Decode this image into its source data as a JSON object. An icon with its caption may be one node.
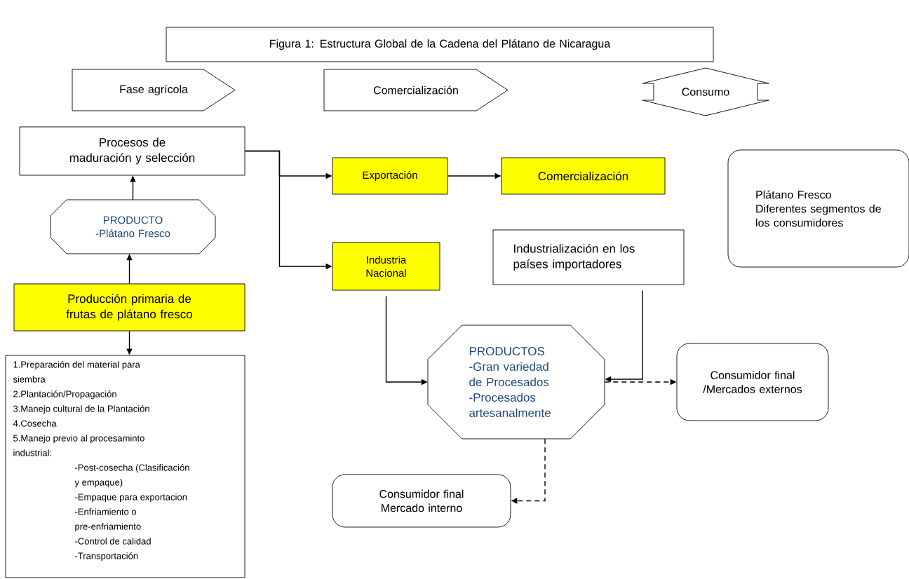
{
  "diagram": {
    "nodes": [
      {
        "text": [
          "Figura 1: Estructura Global de la Cadena del Plátano de Nicaragua"
        ]
      },
      {
        "text": [
          "Fase agrícola"
        ]
      },
      {
        "text": [
          "Comercialización"
        ]
      },
      {
        "text": [
          "Consumo"
        ]
      },
      {
        "text": [
          "Procesos de maduración y selección"
        ]
      },
      {
        "text": [
          "PRODUCTO",
          "-Plátano Fresco"
        ]
      },
      {
        "text": [
          "Producción primaria de frutas de plátano fresco"
        ]
      },
      {
        "text": [
          "1.Preparación del material para siembra",
          "2.Plantación/Propagación",
          "3.Manejo cultural de la Plantación",
          "4.Cosecha",
          "5.Manejo previo al procesaminto industrial:",
          "-Post-cosecha (Clasificación y empaque)",
          "-Empaque para exportacion",
          "-Enfriamiento o pre-enfriamiento",
          "-Control de calidad",
          "-Transportación"
        ]
      },
      {
        "text": [
          "Exportación"
        ]
      },
      {
        "text": [
          "Comercialización"
        ]
      },
      {
        "text": [
          "Plátano Fresco",
          "Diferentes segmentos de los consumidores"
        ]
      },
      {
        "text": [
          "Industria Nacional"
        ]
      },
      {
        "text": [
          "Industrialización en los países importadores"
        ]
      },
      {
        "text": [
          "PRODUCTOS",
          "-Gran variedad de Procesados",
          "-Procesados artesanalmente"
        ]
      },
      {
        "text": [
          "Consumidor final /Mercados externos"
        ]
      },
      {
        "text": [
          "Consumidor final Mercado interno"
        ]
      }
    ],
    "edges": [
      {
        "from": 5,
        "to": 4,
        "arrow": "to"
      },
      {
        "from": 6,
        "to": 5,
        "arrow": "to"
      },
      {
        "from": 6,
        "to": 7,
        "arrow": "to"
      },
      {
        "from": 4,
        "to": 8,
        "arrow": "to"
      },
      {
        "from": 4,
        "to": 11,
        "arrow": "to"
      },
      {
        "from": 8,
        "to": 9,
        "arrow": "to"
      },
      {
        "from": 11,
        "to": 13,
        "arrow": "to"
      },
      {
        "from": 12,
        "to": 13,
        "arrow": "to"
      },
      {
        "from": 13,
        "to": 14,
        "arrow": "to",
        "style": "dashed"
      },
      {
        "from": 13,
        "to": 15,
        "arrow": "to",
        "style": "dashed"
      }
    ]
  }
}
